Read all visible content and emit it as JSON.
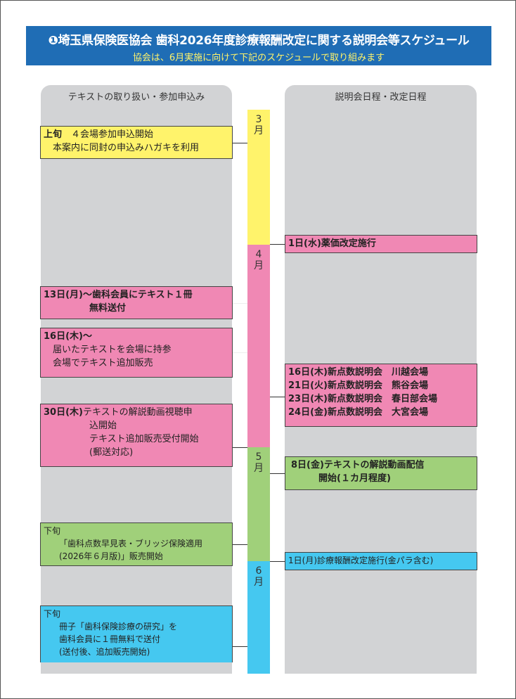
{
  "header": {
    "title": "❶埼玉県保険医協会 歯科2026年度診療報酬改定に関する説明会等スケジュール",
    "subtitle": "協会は、6月実施に向けて下記のスケジュールで取り組みます"
  },
  "left_column": {
    "heading": "テキストの取り扱い・参加申込み",
    "items": [
      {
        "lead": "上旬",
        "lines": [
          "　４会場参加申込開始",
          "　本案内に同封の申込みハガキを利用"
        ]
      },
      {
        "lead": "13日(月)",
        "lines": [
          "～歯科会員にテキスト１冊",
          "　　　　　無料送付"
        ]
      },
      {
        "lead": "16日(木)～",
        "lines": [
          "　届いたテキストを会場に持参",
          "　会場でテキスト追加販売"
        ]
      },
      {
        "lead": "30日(木)",
        "lines": [
          "テキストの解説動画視聴申",
          "　　　　　込開始",
          "　　　　　テキスト追加販売受付開始",
          "　　　　　(郵送対応)"
        ]
      },
      {
        "lead": "下旬",
        "lines": [
          "「歯科点数早見表・ブリッジ保険適用",
          "(2026年６月版)」販売開始"
        ]
      },
      {
        "lead": "下旬",
        "lines": [
          "冊子「歯科保険診療の研究」を",
          "歯科会員に１冊無料で送付",
          "(送付後、追加販売開始)"
        ]
      }
    ]
  },
  "months": [
    "3月",
    "4月",
    "5月",
    "6月"
  ],
  "right_column": {
    "heading": "説明会日程・改定日程",
    "items": [
      {
        "lines": [
          "1日(水)薬価改定施行"
        ]
      },
      {
        "lines": [
          "16日(木)新点数説明会　川越会場",
          "21日(火)新点数説明会　熊谷会場",
          "23日(木)新点数説明会　春日部会場",
          "24日(金)新点数説明会　大宮会場"
        ]
      },
      {
        "lines": [
          "8日(金)テキストの解説動画配信",
          "　　　開始(１カ月程度)"
        ]
      },
      {
        "lines": [
          "1日(月)診療報酬改定施行(金パラ含む)"
        ]
      }
    ]
  },
  "colors": {
    "header": "#1f6db5",
    "march": "#fff36b",
    "april": "#f088b4",
    "may": "#a0d07a",
    "june": "#45c8f0"
  }
}
